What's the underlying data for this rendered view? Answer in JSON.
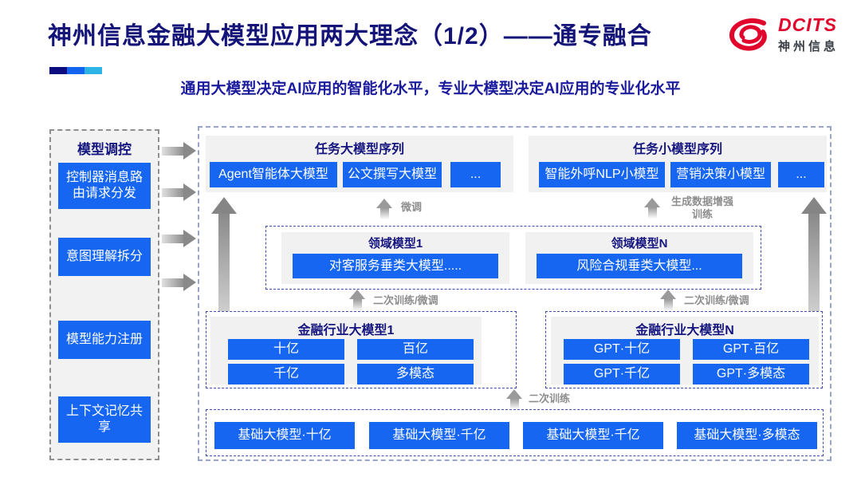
{
  "page": {
    "title": "神州信息金融大模型应用两大理念（1/2）——通专融合",
    "subtitle": "通用大模型决定AI应用的智能化水平，专业大模型决定AI应用的专业化水平",
    "colors": {
      "button_blue": "#1666f1",
      "navy_text": "#15157f",
      "logo_red": "#e0062c",
      "arrow_gray": "#9a9a9a",
      "bar_navy": "#0c0c7e",
      "bar_blue": "#1464ef",
      "bar_cyan": "#2db3e6"
    }
  },
  "logo": {
    "brand": "DCITS",
    "brand_cn": "神州信息"
  },
  "sidebar": {
    "header": "模型调控",
    "items": [
      "控制器消息路由请求分发",
      "意图理解拆分",
      "模型能力注册",
      "上下文记忆共享"
    ]
  },
  "diagram": {
    "task_large": {
      "header": "任务大模型序列",
      "buttons": [
        "Agent智能体大模型",
        "公文撰写大模型",
        "..."
      ]
    },
    "task_small": {
      "header": "任务小模型序列",
      "buttons": [
        "智能外呼NLP小模型",
        "营销决策小模型",
        "..."
      ]
    },
    "labels": {
      "finetune": "微调",
      "gen_data": "生成数据增强训练",
      "second_train_finetune": "二次训练/微调",
      "second_train": "二次训练"
    },
    "domain1": {
      "header": "领域模型1",
      "button": "对客服务垂类大模型....."
    },
    "domainN": {
      "header": "领域模型N",
      "button": "风险合规垂类大模型..."
    },
    "industry1": {
      "header": "金融行业大模型1",
      "buttons": [
        "十亿",
        "百亿",
        "千亿",
        "多模态"
      ]
    },
    "industryN": {
      "header": "金融行业大模型N",
      "buttons": [
        "GPT·十亿",
        "GPT·百亿",
        "GPT·千亿",
        "GPT·多模态"
      ]
    },
    "base": {
      "buttons": [
        "基础大模型·十亿",
        "基础大模型·千亿",
        "基础大模型·千亿",
        "基础大模型·多模态"
      ]
    }
  }
}
